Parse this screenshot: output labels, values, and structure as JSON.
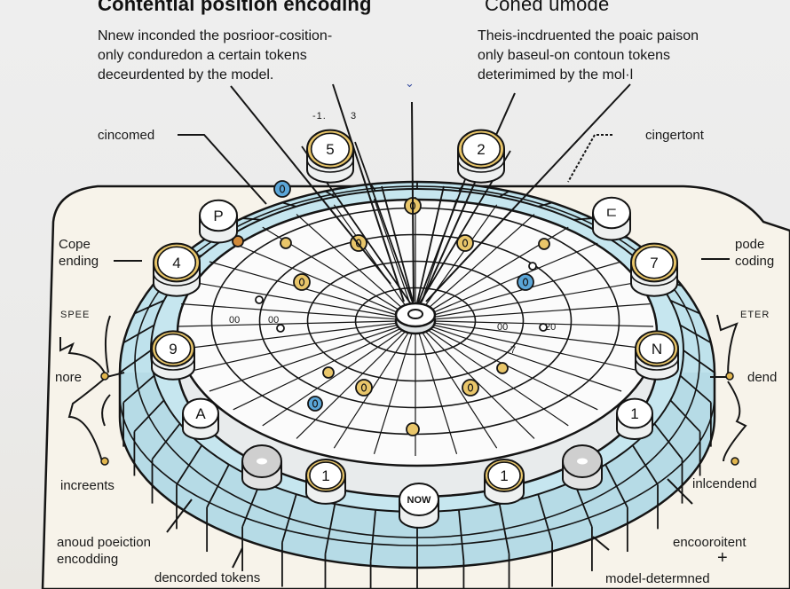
{
  "left_panel": {
    "title": "Contential position encoding",
    "description": [
      "Nnew inconded the posrioor-cosition-",
      "only conduredon a certain tokens",
      "deceurdented by the model."
    ]
  },
  "right_panel": {
    "title": "Coned umode",
    "description": [
      "Theis-incdruented the poaic paison",
      "only baseul-on contoun tokens",
      "deterimimed by the mol·l"
    ]
  },
  "top_marks": [
    "-1.",
    "3"
  ],
  "callouts": {
    "top_left": "cincomed",
    "top_right": "cingertont",
    "left_mid": [
      "Cope",
      "ending"
    ],
    "right_mid": [
      "pode",
      "coding"
    ],
    "left_tag": "SPEE",
    "right_tag": "ETER",
    "left_node": "nore",
    "right_node": "dend",
    "bottom_left_a": "increents",
    "bottom_left_b": [
      "anoud poeiction",
      "encodding"
    ],
    "bottom_center_left": "dencorded tokens",
    "bottom_right_a": "inlcendend",
    "bottom_right_b": "encooroitent",
    "bottom_right_plus": "+",
    "bottom_right_c": "model-determned"
  },
  "tokens": [
    {
      "label": "5",
      "ring": "gold"
    },
    {
      "label": "2",
      "ring": "gold"
    },
    {
      "label": "P",
      "ring": "plain"
    },
    {
      "label": "ㄷ",
      "ring": "plain"
    },
    {
      "label": "4",
      "ring": "gold"
    },
    {
      "label": "7",
      "ring": "gold"
    },
    {
      "label": "9",
      "ring": "gold"
    },
    {
      "label": "N",
      "ring": "gold"
    },
    {
      "label": "A",
      "ring": "plain"
    },
    {
      "label": "1",
      "ring": "plain"
    },
    {
      "label": "",
      "ring": "grey"
    },
    {
      "label": "",
      "ring": "grey"
    },
    {
      "label": "1",
      "ring": "gold"
    },
    {
      "label": "NOW",
      "ring": "plain"
    },
    {
      "label": "1",
      "ring": "gold"
    }
  ],
  "dial_marks": [
    "00",
    "00",
    "00",
    "20",
    "7"
  ],
  "colors": {
    "gold": "#e2b64e",
    "gold_fill": "#e9c66a",
    "blue_dot": "#5ba6d8",
    "rim": "#bfe2ec",
    "panel": "#f7f3ea",
    "ink": "#141414"
  }
}
